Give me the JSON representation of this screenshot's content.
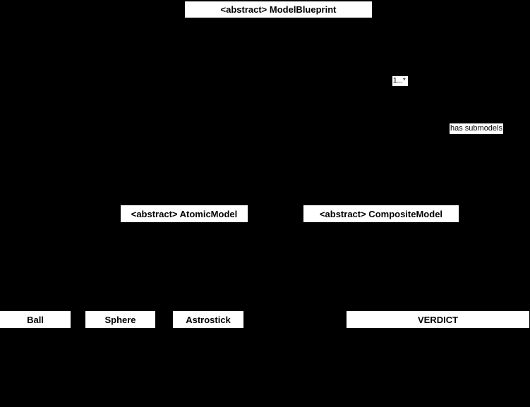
{
  "diagram": {
    "background_color": "#000000",
    "node_background_color": "#ffffff",
    "node_text_color": "#000000",
    "nodes": {
      "model_blueprint": {
        "label": "<abstract> ModelBlueprint"
      },
      "atomic_model": {
        "label": "<abstract> AtomicModel"
      },
      "composite_model": {
        "label": "<abstract> CompositeModel"
      },
      "ball": {
        "label": "Ball"
      },
      "sphere": {
        "label": "Sphere"
      },
      "astrostick": {
        "label": "Astrostick"
      },
      "verdict": {
        "label": "VERDICT"
      }
    },
    "edge_labels": {
      "multiplicity": {
        "label": "1...*"
      },
      "relation": {
        "label": "has submodels"
      }
    }
  }
}
